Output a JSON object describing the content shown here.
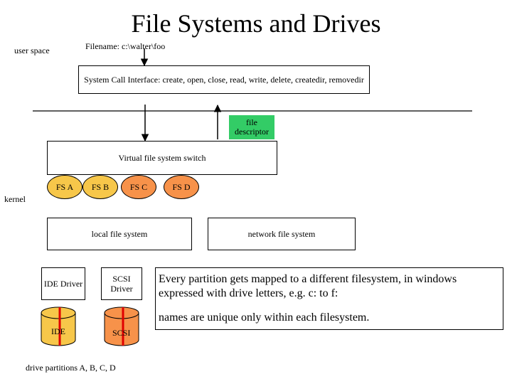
{
  "title": "File Systems and Drives",
  "labels": {
    "user_space": "user space",
    "kernel": "kernel",
    "filename": "Filename: c:\\walter\\foo",
    "syscall": "System Call Interface: create, open, close, read, write, delete, createdir, removedir",
    "file_descriptor": "file descriptor",
    "vfs_switch": "Virtual file system switch",
    "local_fs": "local file system",
    "network_fs": "network file system",
    "ide_driver": "IDE Driver",
    "scsi_driver": "SCSI Driver",
    "ide_disk": "IDE",
    "scsi_disk": "SCSI",
    "partitions": "drive partitions A, B, C, D"
  },
  "fs_nodes": [
    {
      "label": "FS A",
      "color": "#f7c74a"
    },
    {
      "label": "FS B",
      "color": "#f7c74a"
    },
    {
      "label": "FS C",
      "color": "#f7924a"
    },
    {
      "label": "FS D",
      "color": "#f7924a"
    }
  ],
  "notes": [
    "Every partition gets mapped to a different filesystem, in windows expressed with drive letters, e.g. c: to f:",
    "names are unique only within each filesystem."
  ],
  "colors": {
    "green": "#33cc66",
    "yellow": "#f7c74a",
    "orange": "#f7924a",
    "red": "#e00000"
  }
}
